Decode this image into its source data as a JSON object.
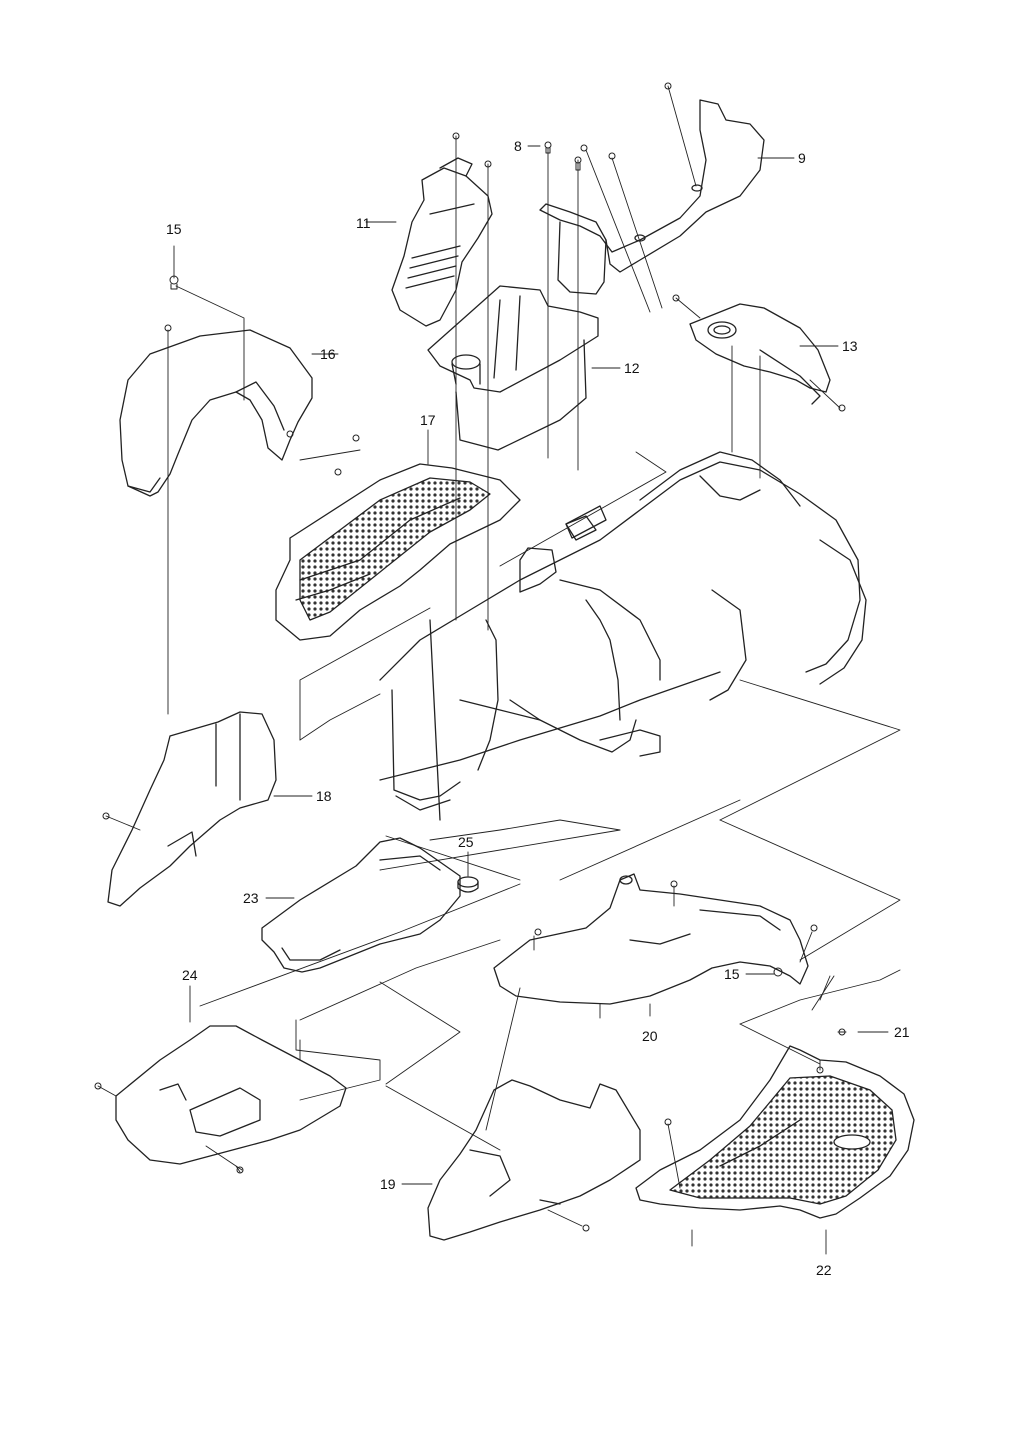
{
  "diagram": {
    "type": "exploded-parts-diagram",
    "line_color": "#222222",
    "mesh_color": "#333333",
    "callouts": [
      "8",
      "9",
      "11",
      "12",
      "13",
      "15",
      "16",
      "17",
      "18",
      "19",
      "20",
      "21",
      "22",
      "23",
      "24",
      "25",
      "15"
    ],
    "parts": {
      "p8": "8",
      "p9": "9",
      "p11": "11",
      "p12": "12",
      "p13": "13",
      "p15a": "15",
      "p16": "16",
      "p17": "17",
      "p18": "18",
      "p19": "19",
      "p20": "20",
      "p21": "21",
      "p22": "22",
      "p23": "23",
      "p24": "24",
      "p25": "25",
      "p15b": "15"
    }
  }
}
